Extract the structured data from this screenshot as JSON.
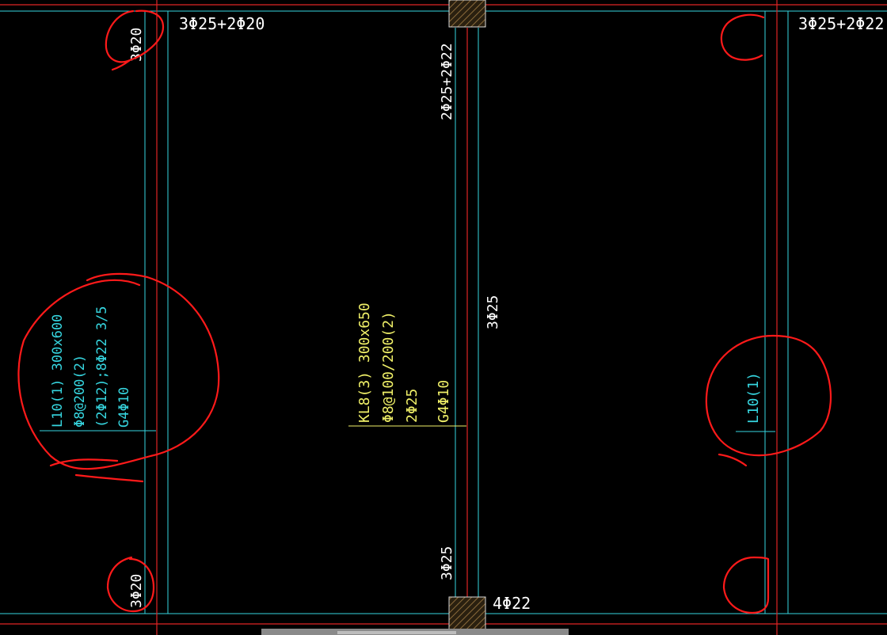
{
  "canvas": {
    "background": "#000000"
  },
  "colors": {
    "beam_cyan": "#36d6e0",
    "axis_red": "#e02525",
    "text_white": "#ffffff",
    "text_yellow": "#f0f068",
    "text_cyan": "#36d6e0",
    "markup_red": "#ff1a1a",
    "column_hatch": "#8a6a3a",
    "scrollbar": "#8a8a8a"
  },
  "labels": {
    "top_left_rebar": "3Φ25+2Φ20",
    "top_right_rebar": "3Φ25+2Φ22",
    "left_top_vertical": "3Φ20",
    "left_bottom_vertical": "3Φ20",
    "center_top_vertical": "2Φ25+2Φ22",
    "center_mid_vertical": "3Φ25",
    "center_bottom_vertical": "3Φ25",
    "bottom_right_rebar": "4Φ22",
    "right_beam_label": "L10(1)"
  },
  "left_beam_spec": {
    "line1": "L10(1) 300x600",
    "line2": "Φ8@200(2)",
    "line3": "(2Φ12);8Φ22 3/5",
    "line4": "G4Φ10"
  },
  "center_beam_spec": {
    "line1": "KL8(3) 300x650",
    "line2": "Φ8@100/200(2)",
    "line3": "2Φ25",
    "line4": "G4Φ10"
  }
}
